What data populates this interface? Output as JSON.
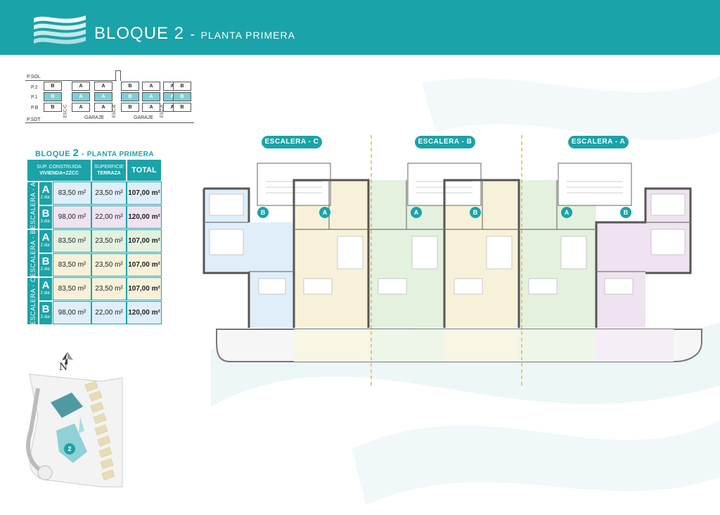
{
  "header": {
    "title": "BLOQUE 2",
    "separator": "-",
    "subtitle": "PLANTA PRIMERA",
    "color": "#1aa3a8"
  },
  "floor_key": {
    "levels": [
      "P.SOL",
      "P.2",
      "P.1",
      "P.B",
      "P.SDT"
    ],
    "rows": {
      "p2": [
        "B",
        "A",
        "A",
        "B",
        "A",
        "A",
        "B"
      ],
      "p1": [
        "B",
        "A",
        "A",
        "B",
        "A",
        "A",
        "B"
      ],
      "pb": [
        "B",
        "A",
        "A",
        "B",
        "A",
        "A",
        "B"
      ]
    },
    "highlighted_level": "P.1",
    "stairs": [
      "ESC-C",
      "ESC-B",
      "ESC-A"
    ],
    "garage_label": "GARAJE"
  },
  "summary_table": {
    "title_prefix": "BLOQUE",
    "title_number": "2",
    "title_separator": "-",
    "title_suffix": "PLANTA PRIMERA",
    "headers": {
      "built_area": "SUP. CONSTRUIDA",
      "built_area_sub": "VIVIENDA+ZZCC",
      "terrace": "SUPERFICIE",
      "terrace_sub": "TERRAZA",
      "total": "TOTAL"
    },
    "blocks": [
      {
        "stair": "ESCALERA - A",
        "rows": [
          {
            "type": "A",
            "bedrooms": "2 dor.",
            "built": "83,50 m²",
            "terrace": "23,50 m²",
            "total": "107,00 m²"
          },
          {
            "type": "B",
            "bedrooms": "3 dor.",
            "built": "98,00 m²",
            "terrace": "22,00 m²",
            "total": "120,00 m²"
          }
        ]
      },
      {
        "stair": "ESCALERA - B",
        "rows": [
          {
            "type": "A",
            "bedrooms": "2 dor.",
            "built": "83,50 m²",
            "terrace": "23,50 m²",
            "total": "107,00 m²"
          },
          {
            "type": "B",
            "bedrooms": "2 dor.",
            "built": "83,50 m²",
            "terrace": "23,50 m²",
            "total": "107,00 m²"
          }
        ]
      },
      {
        "stair": "ESCALERA - C",
        "rows": [
          {
            "type": "A",
            "bedrooms": "2 dor.",
            "built": "83,50 m²",
            "terrace": "23,50 m²",
            "total": "107,00 m²"
          },
          {
            "type": "B",
            "bedrooms": "3 dor.",
            "built": "98,00 m²",
            "terrace": "22,00 m²",
            "total": "120,00 m²"
          }
        ]
      }
    ],
    "row_colors": {
      "blue": "#dfeef8",
      "yellow": "#f7f1d9",
      "green": "#e4f1df",
      "purple": "#efe2f1"
    }
  },
  "site_map": {
    "north_label": "N",
    "block_number": "2"
  },
  "plan": {
    "stair_labels": [
      "ESCALERA - C",
      "ESCALERA - B",
      "ESCALERA - A"
    ],
    "unit_markers": [
      "B",
      "A",
      "A",
      "B",
      "A",
      "B"
    ],
    "zone_colors": [
      "#dfeef8",
      "#f7f1d9",
      "#e4f1df",
      "#f7f1d9",
      "#e4f1df",
      "#efe2f1"
    ]
  }
}
